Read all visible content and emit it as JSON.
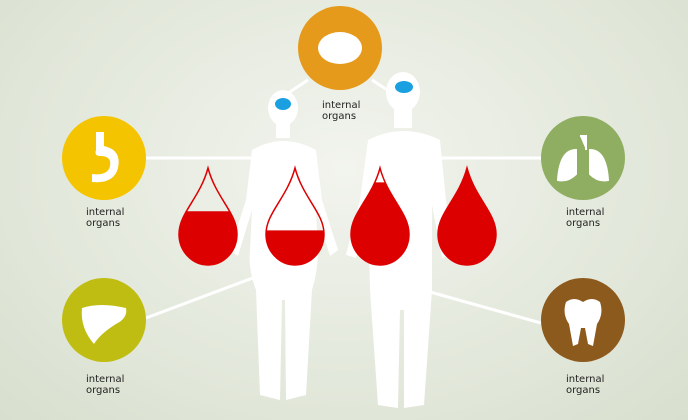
{
  "labels": {
    "top": "internal\norgans",
    "stomach": "internal\norgans",
    "liver": "internal\norgans",
    "lungs": "internal\norgans",
    "tooth": "internal\norgans"
  },
  "colors": {
    "brain_circle": "#e59a1c",
    "stomach_circle": "#f5c400",
    "liver_circle": "#bfbd12",
    "lungs_circle": "#8fae62",
    "tooth_circle": "#8d5a1e",
    "blood": "#dd0000",
    "brain": "#1aa0e0"
  },
  "drops": [
    {
      "fill": 0.55
    },
    {
      "fill": 0.35
    },
    {
      "fill": 0.85
    },
    {
      "fill": 1.0
    }
  ]
}
